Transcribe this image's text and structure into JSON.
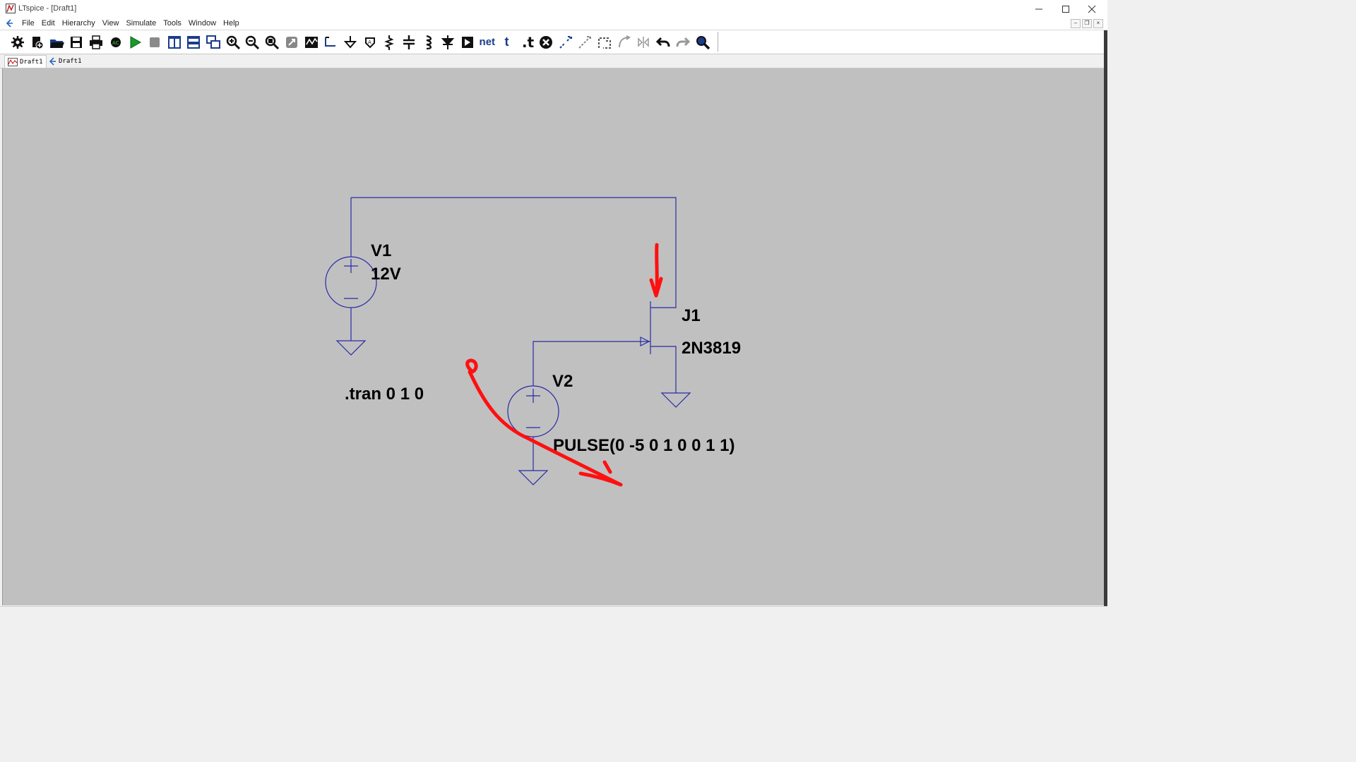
{
  "window": {
    "title": "LTspice - [Draft1]",
    "minimize_icon": "minimize-icon",
    "maximize_icon": "maximize-icon",
    "close_icon": "close-icon"
  },
  "menu": {
    "items": [
      "File",
      "Edit",
      "Hierarchy",
      "View",
      "Simulate",
      "Tools",
      "Window",
      "Help"
    ]
  },
  "toolbar": {
    "tools": [
      "settings",
      "new-schematic",
      "open",
      "save",
      "print",
      "control-panel",
      "run",
      "halt",
      "tile-vertical",
      "tile-horizontal",
      "cascade",
      "zoom-in",
      "zoom-out",
      "zoom-fit",
      "zoom-extents",
      "waveform",
      "draw-wire",
      "ground",
      "label-net",
      "resistor",
      "capacitor",
      "inductor",
      "diode",
      "component",
      "net",
      "text-t",
      "spice-directive",
      "delete",
      "move",
      "drag",
      "rotate",
      "mirror-disabled",
      "flip",
      "undo",
      "redo",
      "find"
    ],
    "net_label": "net",
    "text_label": "t"
  },
  "tabs": [
    {
      "label": "Draft1",
      "icon": "waveform-icon"
    },
    {
      "label": "Draft1",
      "icon": "schematic-icon"
    }
  ],
  "schematic": {
    "v1_name": "V1",
    "v1_value": "12V",
    "j1_name": "J1",
    "j1_model": "2N3819",
    "v2_name": "V2",
    "v2_value": "PULSE(0 -5 0 1 0 0 1 1)",
    "directive": ".tran 0 1 0",
    "wire_color": "#2a2aa8",
    "annotation_color": "#ff1010"
  }
}
